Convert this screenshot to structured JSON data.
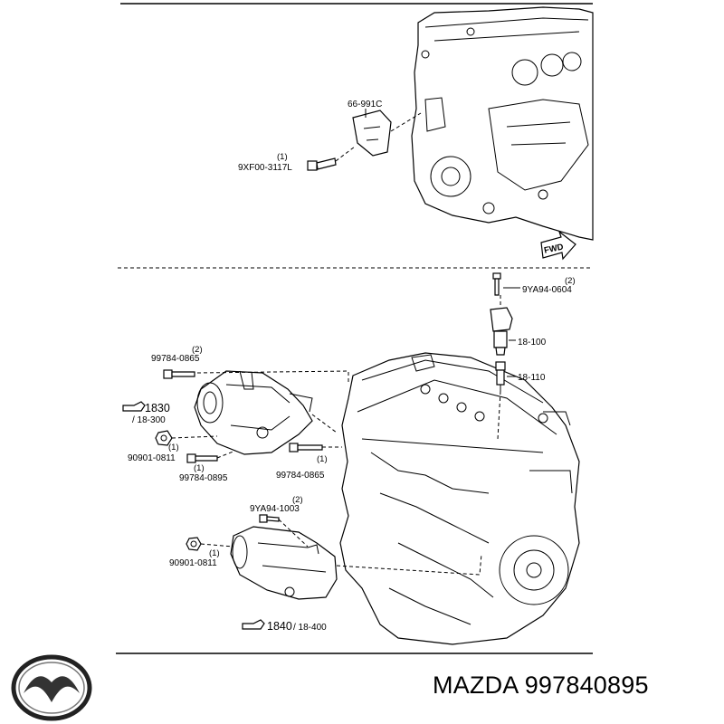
{
  "brand": "MAZDA",
  "part_number": "997840895",
  "fwd_label": "FWD",
  "upper_section": {
    "callouts": [
      {
        "part": "66-991C",
        "qty": ""
      },
      {
        "part": "9XF00-3117L",
        "qty": "(1)"
      }
    ]
  },
  "lower_section": {
    "callouts": [
      {
        "part": "9YA94-0604",
        "qty": "(2)"
      },
      {
        "part": "18-100",
        "qty": ""
      },
      {
        "part": "18-110",
        "qty": ""
      },
      {
        "part": "99784-0865",
        "qty": "(2)",
        "pos": "left"
      },
      {
        "part": "90901-0811",
        "qty": "(1)",
        "pos": "alternator"
      },
      {
        "part": "99784-0895",
        "qty": "(1)"
      },
      {
        "part": "99784-0865",
        "qty": "(1)",
        "pos": "right"
      },
      {
        "part": "9YA94-1003",
        "qty": "(2)"
      },
      {
        "part": "90901-0811",
        "qty": "(1)",
        "pos": "starter"
      }
    ],
    "references": [
      {
        "ref": "1830",
        "sub": "/ 18-300"
      },
      {
        "ref": "1840",
        "sub": "/ 18-400"
      }
    ]
  }
}
